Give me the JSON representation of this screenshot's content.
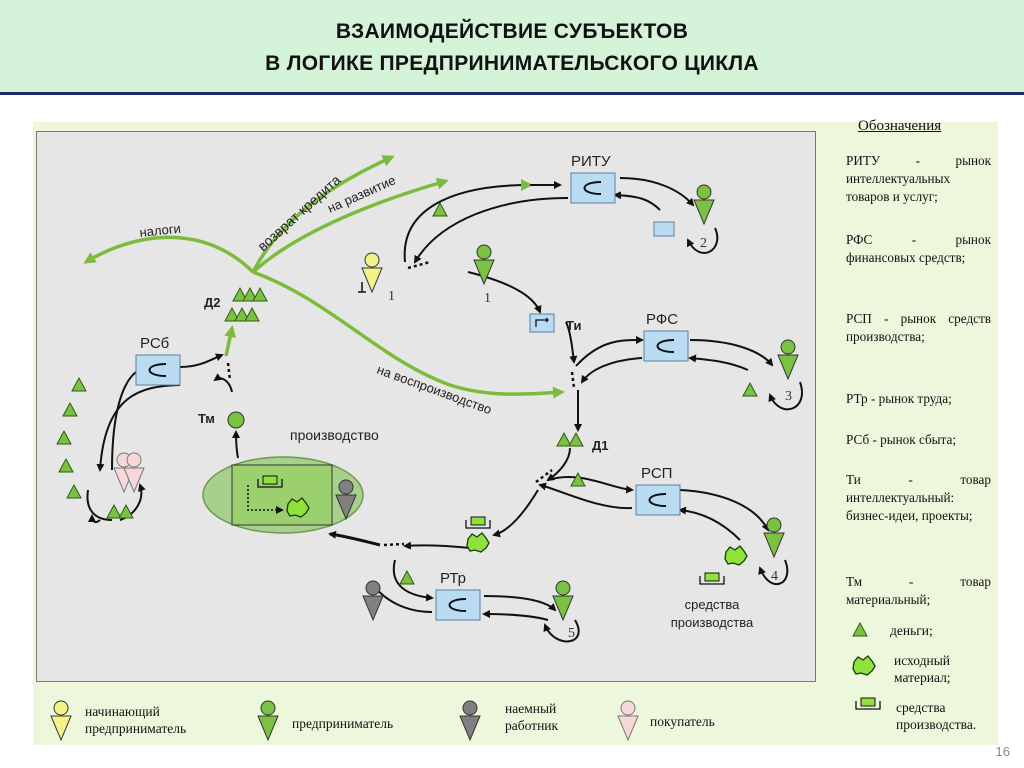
{
  "header": {
    "title_line1": "ВЗАИМОДЕЙСТВИЕ  СУБЪЕКТОВ",
    "title_line2": "В  ЛОГИКЕ ПРЕДПРИНИМАТЕЛЬСКОГО ЦИКЛА"
  },
  "diagram": {
    "markets": {
      "ritu": "РИТУ",
      "rfs": "РФС",
      "rsp": "РСП",
      "rtr": "РТр",
      "rsb": "РСб"
    },
    "flows": {
      "taxes": "налоги",
      "credit_return": "возврат кредита",
      "development": "на развитие",
      "reproduction": "на воспроизводство"
    },
    "labels": {
      "d1": "Д1",
      "d2": "Д2",
      "ti": "Ти",
      "tm": "Тм",
      "production": "производство",
      "means_of_production": [
        "средства",
        "производства"
      ]
    },
    "numbers": [
      "1",
      "1",
      "2",
      "3",
      "4",
      "5"
    ]
  },
  "legend": {
    "title": "Обозначения",
    "entries": [
      "РИТУ - рынок интеллектуальных товаров и услуг;",
      "РФС - рынок финансовых средств;",
      "РСП - рынок средств производства;",
      "РТр - рынок труда;",
      "РСб - рынок сбыта;",
      "Ти - товар интеллектуальный: бизнес-идеи, проекты;",
      "Тм - товар материальный;"
    ],
    "symbols": {
      "money": "деньги;",
      "raw_material": [
        "исходный",
        "материал;"
      ],
      "means": [
        "средства",
        "производства."
      ]
    }
  },
  "bottom_legend": {
    "starting": [
      "начинающий",
      "предприниматель"
    ],
    "entrepreneur": "предприниматель",
    "worker": [
      "наемный",
      "работник"
    ],
    "buyer": "покупатель"
  },
  "colors": {
    "header_bg": "#d4f3d8",
    "header_line": "#1c2a6b",
    "green_flow": "#7dbb3c",
    "market_box": "#b9dcf2",
    "figure_green": "#7cc242",
    "figure_yellow": "#f3f38a",
    "figure_gray": "#808080",
    "figure_pink": "#f6d8d8"
  },
  "page_number": "16"
}
